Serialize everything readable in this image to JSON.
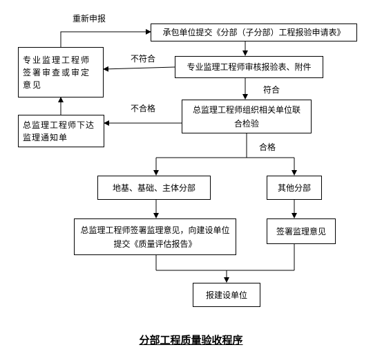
{
  "boxes": {
    "submit": "承包单位提交《分部（子分部）工程报验申请表》",
    "review": "专业监理工程师审核报验表、附件",
    "specialist_sign": "专业监理工程师签署审查或审定意见",
    "chief_organize": "总监理工程师组织相关单位联合检验",
    "chief_notice": "总监理工程师下达监理通知单",
    "foundation": "地基、基础、主体分部",
    "other": "其他分部",
    "chief_sign": "总监理工程师签署监理意见，向建设单位提交《质量评估报告》",
    "sign_opinion": "签署监理意见",
    "report": "报建设单位"
  },
  "labels": {
    "resubmit": "重新申报",
    "not_conform": "不符合",
    "conform": "符合",
    "unqualified": "不合格",
    "qualified": "合格"
  },
  "title": "分部工程质量验收程序"
}
